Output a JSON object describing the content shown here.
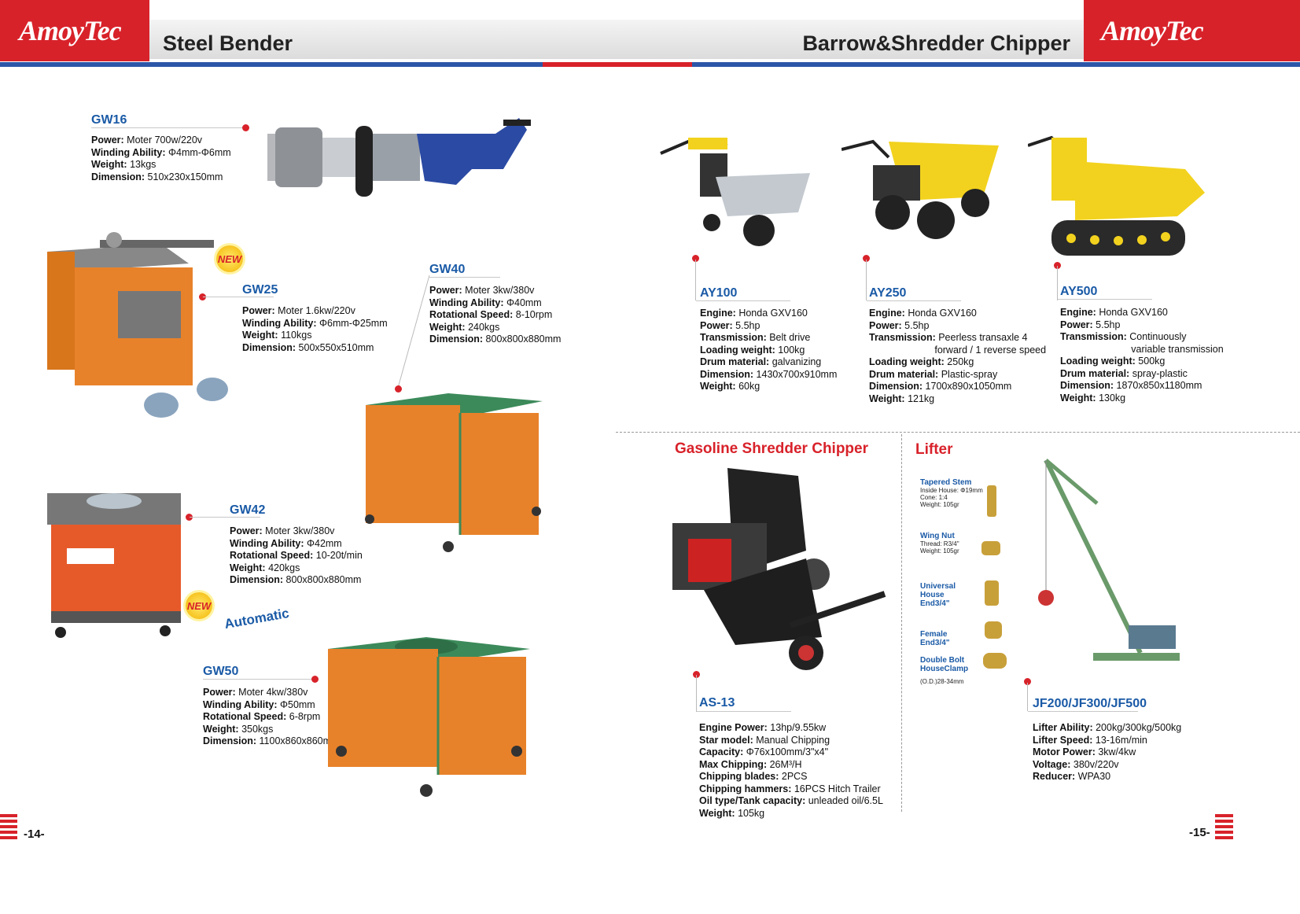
{
  "brand": {
    "logo_text": "AmoyTec"
  },
  "header": {
    "left_title": "Steel Bender",
    "right_title": "Barrow&Shredder Chipper"
  },
  "left_products": {
    "gw16": {
      "model": "GW16",
      "specs": [
        {
          "k": "Power:",
          "v": " Moter 700w/220v"
        },
        {
          "k": "Winding Ability:",
          "v": " Φ4mm-Φ6mm"
        },
        {
          "k": "Weight:",
          "v": " 13kgs"
        },
        {
          "k": "Dimension:",
          "v": " 510x230x150mm"
        }
      ]
    },
    "gw25": {
      "model": "GW25",
      "specs": [
        {
          "k": "Power:",
          "v": " Moter 1.6kw/220v"
        },
        {
          "k": "Winding Ability:",
          "v": " Φ6mm-Φ25mm"
        },
        {
          "k": "Weight:",
          "v": " 110kgs"
        },
        {
          "k": "Dimension:",
          "v": " 500x550x510mm"
        }
      ]
    },
    "gw40": {
      "model": "GW40",
      "specs": [
        {
          "k": "Power:",
          "v": " Moter 3kw/380v"
        },
        {
          "k": "Winding Ability:",
          "v": " Φ40mm"
        },
        {
          "k": "Rotational Speed:",
          "v": " 8-10rpm"
        },
        {
          "k": "Weight:",
          "v": " 240kgs"
        },
        {
          "k": "Dimension:",
          "v": " 800x800x880mm"
        }
      ]
    },
    "gw42": {
      "model": "GW42",
      "specs": [
        {
          "k": "Power:",
          "v": " Moter 3kw/380v"
        },
        {
          "k": "Winding Ability:",
          "v": " Φ42mm"
        },
        {
          "k": "Rotational Speed:",
          "v": "  10-20t/min"
        },
        {
          "k": "Weight:",
          "v": " 420kgs"
        },
        {
          "k": "Dimension:",
          "v": " 800x800x880mm"
        }
      ]
    },
    "gw50": {
      "model": "GW50",
      "specs": [
        {
          "k": "Power:",
          "v": " Moter 4kw/380v"
        },
        {
          "k": "Winding Ability:",
          "v": " Φ50mm"
        },
        {
          "k": "Rotational Speed:",
          "v": " 6-8rpm"
        },
        {
          "k": "Weight:",
          "v": " 350kgs"
        },
        {
          "k": "Dimension:",
          "v": " 1100x860x860mm"
        }
      ]
    },
    "new_badge": "NEW",
    "automatic_label": "Automatic"
  },
  "right_products": {
    "ay100": {
      "model": "AY100",
      "specs": [
        {
          "k": "Engine:",
          "v": " Honda GXV160"
        },
        {
          "k": "Power:",
          "v": " 5.5hp"
        },
        {
          "k": "Transmission:",
          "v": " Belt drive"
        },
        {
          "k": "Loading weight:",
          "v": " 100kg"
        },
        {
          "k": "Drum material:",
          "v": " galvanizing"
        },
        {
          "k": "Dimension:",
          "v": " 1430x700x910mm"
        },
        {
          "k": "Weight:",
          "v": " 60kg"
        }
      ]
    },
    "ay250": {
      "model": "AY250",
      "specs": [
        {
          "k": "Engine:",
          "v": " Honda GXV160"
        },
        {
          "k": "Power:",
          "v": " 5.5hp"
        },
        {
          "k": "Transmission:",
          "v": " Peerless transaxle 4"
        },
        {
          "k": "",
          "v": "                        forward / 1 reverse speed"
        },
        {
          "k": "Loading weight:",
          "v": " 250kg"
        },
        {
          "k": "Drum material:",
          "v": " Plastic-spray"
        },
        {
          "k": "Dimension:",
          "v": " 1700x890x1050mm"
        },
        {
          "k": "Weight:",
          "v": " 121kg"
        }
      ]
    },
    "ay500": {
      "model": "AY500",
      "specs": [
        {
          "k": "Engine:",
          "v": " Honda GXV160"
        },
        {
          "k": "Power:",
          "v": " 5.5hp"
        },
        {
          "k": "Transmission:",
          "v": " Continuously"
        },
        {
          "k": "",
          "v": "                          variable transmission"
        },
        {
          "k": "Loading weight:",
          "v": " 500kg"
        },
        {
          "k": "Drum material:",
          "v": " spray-plastic"
        },
        {
          "k": "Dimension:",
          "v": " 1870x850x1180mm"
        },
        {
          "k": "Weight:",
          "v": " 130kg"
        }
      ]
    },
    "shredder": {
      "section_title": "Gasoline  Shredder  Chipper",
      "model": "AS-13",
      "specs": [
        {
          "k": "Engine Power:",
          "v": " 13hp/9.55kw"
        },
        {
          "k": "Star model:",
          "v": " Manual Chipping"
        },
        {
          "k": "Capacity:",
          "v": " Φ76x100mm/3\"x4\""
        },
        {
          "k": "Max Chipping:",
          "v": " 26M³/H"
        },
        {
          "k": "Chipping blades:",
          "v": " 2PCS"
        },
        {
          "k": "Chipping hammers:",
          "v": " 16PCS Hitch Trailer"
        },
        {
          "k": "Oil type/Tank capacity:",
          "v": " unleaded oil/6.5L"
        },
        {
          "k": "Weight:",
          "v": " 105kg"
        }
      ]
    },
    "lifter": {
      "section_title": "Lifter",
      "parts": [
        {
          "name": "Tapered  Stem",
          "lines": [
            "Inside House: Φ19mm",
            "Cone: 1:4",
            "Weight: 105gr"
          ]
        },
        {
          "name": "Wing  Nut",
          "lines": [
            "Thread: R3/4\"",
            "Weight: 105gr"
          ]
        },
        {
          "name": "Universal  House End3/4\"",
          "lines": []
        },
        {
          "name": "Female  End3/4\"",
          "lines": []
        },
        {
          "name": "Double  Bolt HouseClamp",
          "lines": [
            "(O.D.)28-34mm"
          ]
        }
      ],
      "model": "JF200/JF300/JF500",
      "specs": [
        {
          "k": "Lifter Ability:",
          "v": " 200kg/300kg/500kg"
        },
        {
          "k": "Lifter Speed:",
          "v": " 13-16m/min"
        },
        {
          "k": "Motor Power:",
          "v": " 3kw/4kw"
        },
        {
          "k": "Voltage:",
          "v": " 380v/220v"
        },
        {
          "k": "Reducer:",
          "v": " WPA30"
        }
      ]
    }
  },
  "footer": {
    "left_page": "-14-",
    "right_page": "-15-"
  },
  "colors": {
    "brand_red": "#d8222a",
    "model_blue": "#1a5aa6",
    "machine_orange": "#e8822a",
    "machine_green": "#3c8a5a",
    "dumper_yellow": "#f2d21e"
  }
}
